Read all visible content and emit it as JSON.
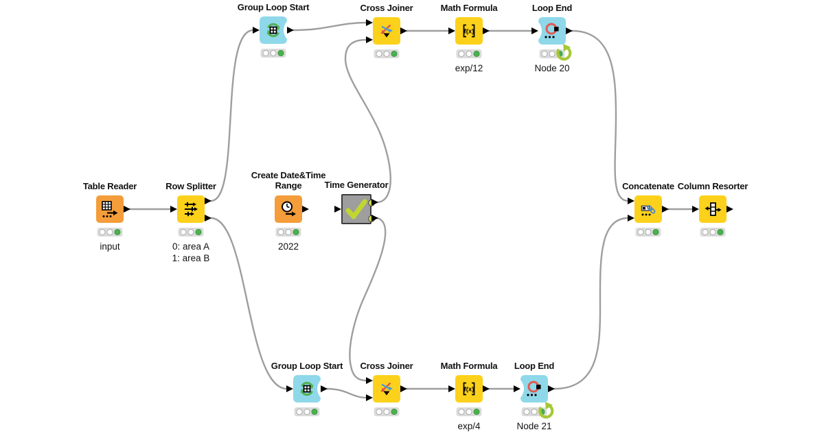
{
  "workflow": {
    "colors": {
      "source_node": "#F49D3A",
      "manipulator_node": "#FCD11B",
      "loop_node": "#8FD8EA",
      "component_node": "#9E9E9E",
      "status_green": "#4CB050",
      "wire": "#9E9E9E"
    },
    "nodes": [
      {
        "label": "Table Reader",
        "sublabel": "input",
        "status": "executed",
        "icon": "table-reader-icon"
      },
      {
        "label": "Row Splitter",
        "sublabel": "0: area A",
        "sublabel2": "1: area B",
        "status": "executed",
        "icon": "row-splitter-icon"
      },
      {
        "label": "Group Loop Start",
        "status": "executed",
        "icon": "group-loop-icon"
      },
      {
        "label": "Cross Joiner",
        "status": "executed",
        "icon": "cross-joiner-icon"
      },
      {
        "label": "Math Formula",
        "sublabel": "exp/12",
        "status": "executed",
        "icon": "math-formula-icon"
      },
      {
        "label": "Loop End",
        "sublabel": "Node 20",
        "status": "executed",
        "icon": "loop-end-icon"
      },
      {
        "label": "Create Date&Time",
        "label2": "Range",
        "sublabel": "2022",
        "status": "executed",
        "icon": "clock-range-icon"
      },
      {
        "label": "Time Generator",
        "icon": "check-icon"
      },
      {
        "label": "Concatenate",
        "status": "executed",
        "icon": "concatenate-icon"
      },
      {
        "label": "Column Resorter",
        "status": "executed",
        "icon": "column-resorter-icon"
      },
      {
        "label": "Group Loop Start",
        "status": "executed",
        "icon": "group-loop-icon"
      },
      {
        "label": "Cross Joiner",
        "status": "executed",
        "icon": "cross-joiner-icon"
      },
      {
        "label": "Math Formula",
        "sublabel": "exp/4",
        "status": "executed",
        "icon": "math-formula-icon"
      },
      {
        "label": "Loop End",
        "sublabel": "Node 21",
        "status": "executed",
        "icon": "loop-end-icon"
      }
    ]
  }
}
